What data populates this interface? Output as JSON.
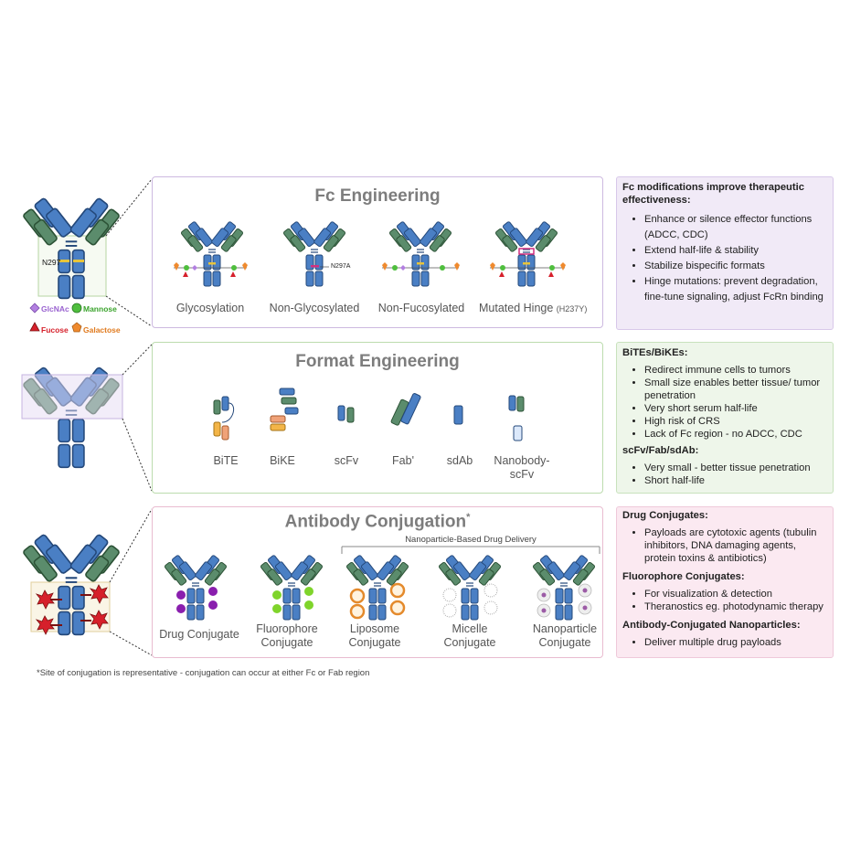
{
  "colors": {
    "heavy_chain": "#3a6fb5",
    "light_chain": "#5e8e6a",
    "fc_panel": "#f1eaf7",
    "format_panel": "#eef6ea",
    "conj_panel": "#fbe9f1"
  },
  "left_legend": {
    "n297": "N297",
    "glcnac": "GlcNAc",
    "mannose": "Mannose",
    "fucose": "Fucose",
    "galactose": "Galactose"
  },
  "fc_panel": {
    "title": "Fc Engineering",
    "n297a": "N297A",
    "items": [
      "Glycosylation",
      "Non-Glycosylated",
      "Non-Fucosylated",
      "Mutated Hinge"
    ],
    "hinge_note": "(H237Y)"
  },
  "format_panel": {
    "title": "Format Engineering",
    "items": [
      "BiTE",
      "BiKE",
      "scFv",
      "Fab'",
      "sdAb",
      "Nanobody-",
      "scFv"
    ]
  },
  "conj_panel": {
    "title": "Antibody Conjugation",
    "title_mark": "*",
    "nano_header": "Nanoparticle-Based Drug Delivery",
    "items": [
      [
        "Drug Conjugate",
        ""
      ],
      [
        "Fluorophore",
        "Conjugate"
      ],
      [
        "Liposome",
        "Conjugate"
      ],
      [
        "Micelle",
        "Conjugate"
      ],
      [
        "Nanoparticle",
        "Conjugate"
      ]
    ]
  },
  "side_fc": {
    "heading": "Fc modifications improve therapeutic effectiveness:",
    "bullets": [
      "Enhance or silence effector functions (ADCC, CDC)",
      "Extend half-life & stability",
      "Stabilize bispecific formats",
      "Hinge mutations: prevent degradation, fine-tune signaling, adjust FcRn binding"
    ]
  },
  "side_fmt": {
    "heading1": "BiTEs/BiKEs:",
    "bullets1": [
      "Redirect immune cells to tumors",
      "Small size enables better tissue/ tumor penetration",
      "Very short serum half-life",
      "High risk of CRS",
      "Lack of Fc region - no ADCC, CDC"
    ],
    "heading2": "scFv/Fab/sdAb:",
    "bullets2": [
      "Very small -  better tissue penetration",
      "Short half-life"
    ]
  },
  "side_conj": {
    "heading1": "Drug Conjugates:",
    "bullets1": [
      "Payloads are cytotoxic agents (tubulin inhibitors, DNA damaging agents, protein toxins & antibiotics)"
    ],
    "heading2": "Fluorophore Conjugates:",
    "bullets2": [
      "For visualization & detection",
      "Theranostics eg. photodynamic therapy"
    ],
    "heading3": "Antibody-Conjugated Nanoparticles:",
    "bullets3": [
      "Deliver multiple drug payloads"
    ]
  },
  "footnote": "*Site of conjugation is representative - conjugation can occur at either Fc or Fab region"
}
